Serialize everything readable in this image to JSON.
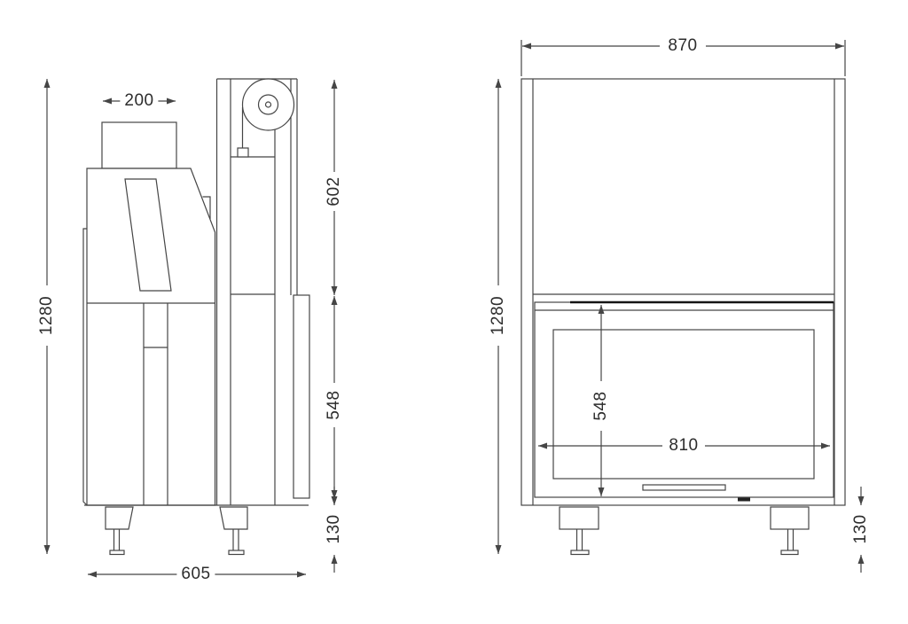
{
  "document": {
    "type": "technical dimension drawing, two orthographic views (side elevation and front elevation) of a lift-door fireplace insert",
    "background": "#ffffff",
    "line_color": "#454545",
    "thick_line_color": "#141414",
    "text_color": "#2d2d2d"
  },
  "side_view": {
    "dimensions": {
      "flue_width": "200",
      "upper_section_height": "602",
      "lower_section_height": "548",
      "feet_height": "130",
      "overall_height": "1280",
      "overall_depth": "605"
    }
  },
  "front_view": {
    "dimensions": {
      "overall_width": "870",
      "overall_height": "1280",
      "door_height": "548",
      "door_width": "810",
      "feet_height": "130"
    }
  }
}
